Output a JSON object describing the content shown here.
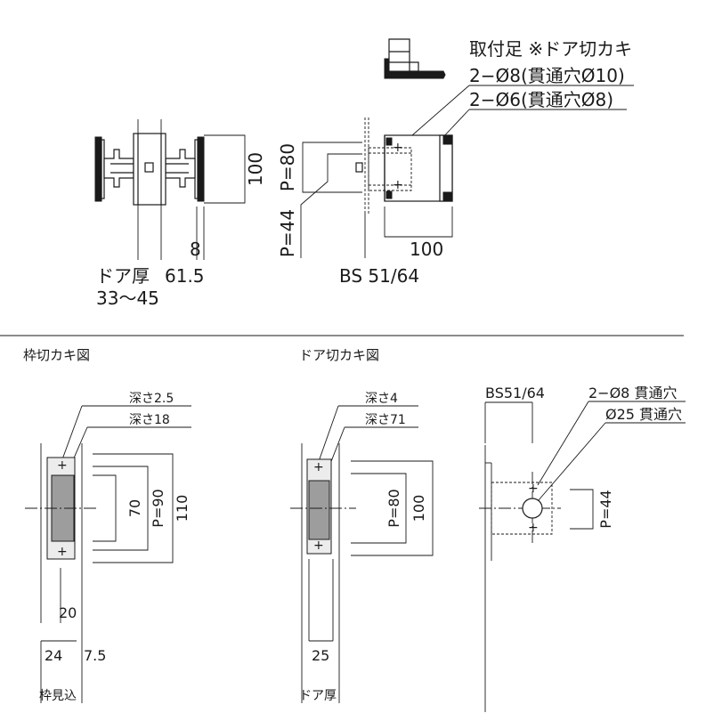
{
  "top": {
    "mount": {
      "title": "取付足 ※ドア切カキ",
      "hole_large": "2−Ø8(貫通穴Ø10)",
      "hole_small": "2−Ø6(貫通穴Ø8)"
    },
    "front": {
      "door_thickness_label": "ドア厚",
      "door_thickness_range": "33〜45",
      "dim_total": "61.5",
      "dim_eight": "8",
      "dim_height": "100"
    },
    "side": {
      "p80": "P=80",
      "p44": "P=44",
      "bs": "BS 51/64",
      "dim_depth": "100"
    }
  },
  "frame": {
    "title": "枠切カキ図",
    "depth1": "深さ2.5",
    "depth2": "深さ18",
    "dim70": "70",
    "dim_p90": "P=90",
    "dim110": "110",
    "dim20": "20",
    "dim24": "24",
    "dim75": "7.5",
    "bottom_label": "枠見込"
  },
  "door": {
    "title": "ドア切カキ図",
    "depth1": "深さ4",
    "depth2": "深さ71",
    "dim_p80": "P=80",
    "dim100": "100",
    "dim25": "25",
    "bottom_label": "ドア厚"
  },
  "bore": {
    "bs": "BS51/64",
    "hole1": "2−Ø8 貫通穴",
    "hole2": "Ø25 貫通穴",
    "p44": "P=44"
  }
}
